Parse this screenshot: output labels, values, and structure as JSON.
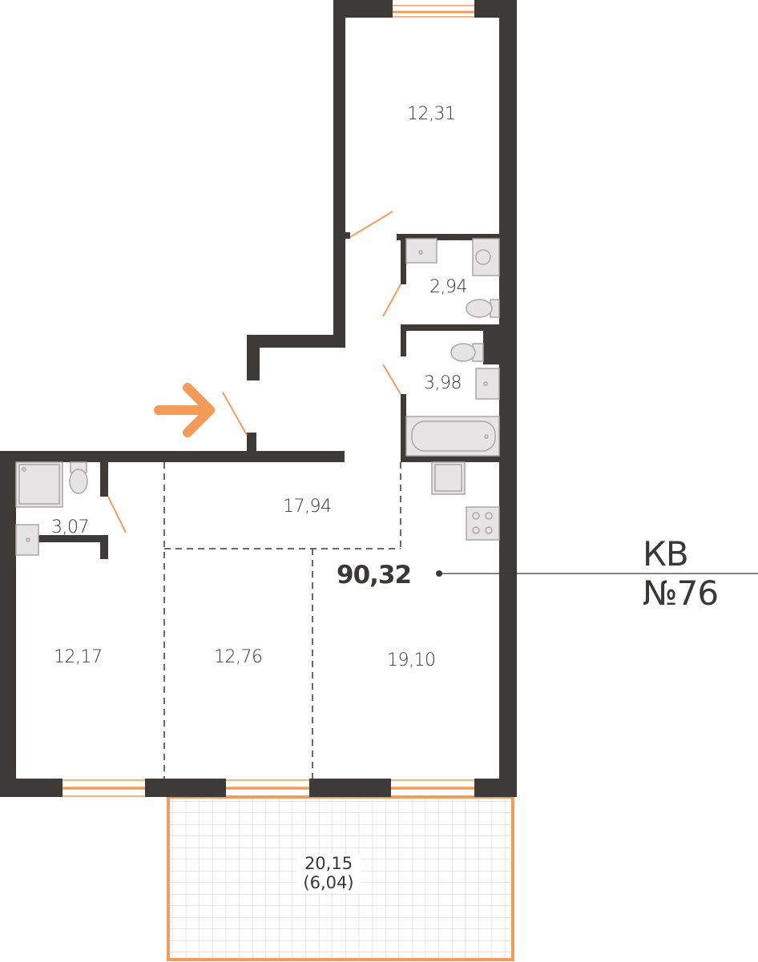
{
  "apartment": {
    "label": "КВ №76",
    "total_area": "90,32"
  },
  "rooms": [
    {
      "id": "bedroom-top",
      "area": "12,31"
    },
    {
      "id": "bathroom-1",
      "area": "2,94"
    },
    {
      "id": "bathroom-2",
      "area": "3,98"
    },
    {
      "id": "bathroom-3",
      "area": "3,07"
    },
    {
      "id": "hall",
      "area": "17,94"
    },
    {
      "id": "bedroom-left",
      "area": "12,17"
    },
    {
      "id": "bedroom-middle",
      "area": "12,76"
    },
    {
      "id": "kitchen-living",
      "area": "19,10"
    }
  ],
  "balcony": {
    "area": "20,15",
    "reduced_area": "(6,04)"
  },
  "colors": {
    "wall": "#3d3a38",
    "accent": "#f39c5a",
    "fixture": "#e6e4e4",
    "fixture_stroke": "#a9a7a7"
  }
}
